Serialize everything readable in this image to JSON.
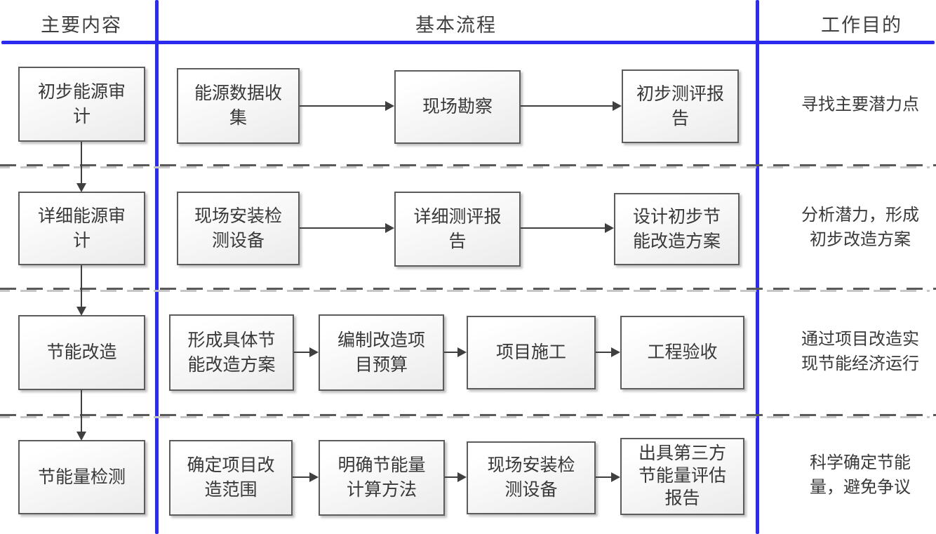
{
  "headers": {
    "main_content": "主要内容",
    "basic_process": "基本流程",
    "work_purpose": "工作目的"
  },
  "rows": [
    {
      "stage": "初步能源审\n计",
      "steps": [
        "能源数据收\n集",
        "现场勘察",
        "初步测评报\n告"
      ],
      "purpose": "寻找主要潜力点"
    },
    {
      "stage": "详细能源审\n计",
      "steps": [
        "现场安装检\n测设备",
        "详细测评报\n告",
        "设计初步节\n能改造方案"
      ],
      "purpose": "分析潜力，形成\n初步改造方案"
    },
    {
      "stage": "节能改造",
      "steps": [
        "形成具体节\n能改造方案",
        "编制改造项\n目预算",
        "项目施工",
        "工程验收"
      ],
      "purpose": "通过项目改造实\n现节能经济运行"
    },
    {
      "stage": "节能量检测",
      "steps": [
        "确定项目改\n造范围",
        "明确节能量\n计算方法",
        "现场安装检\n测设备",
        "出具第三方\n节能量评估\n报告"
      ],
      "purpose": "科学确定节能\n量，避免争议"
    }
  ],
  "colors": {
    "divider_blue": "#2b2bf0",
    "box_border": "#5c5c5c",
    "dash_gray": "#5a5a5a"
  }
}
